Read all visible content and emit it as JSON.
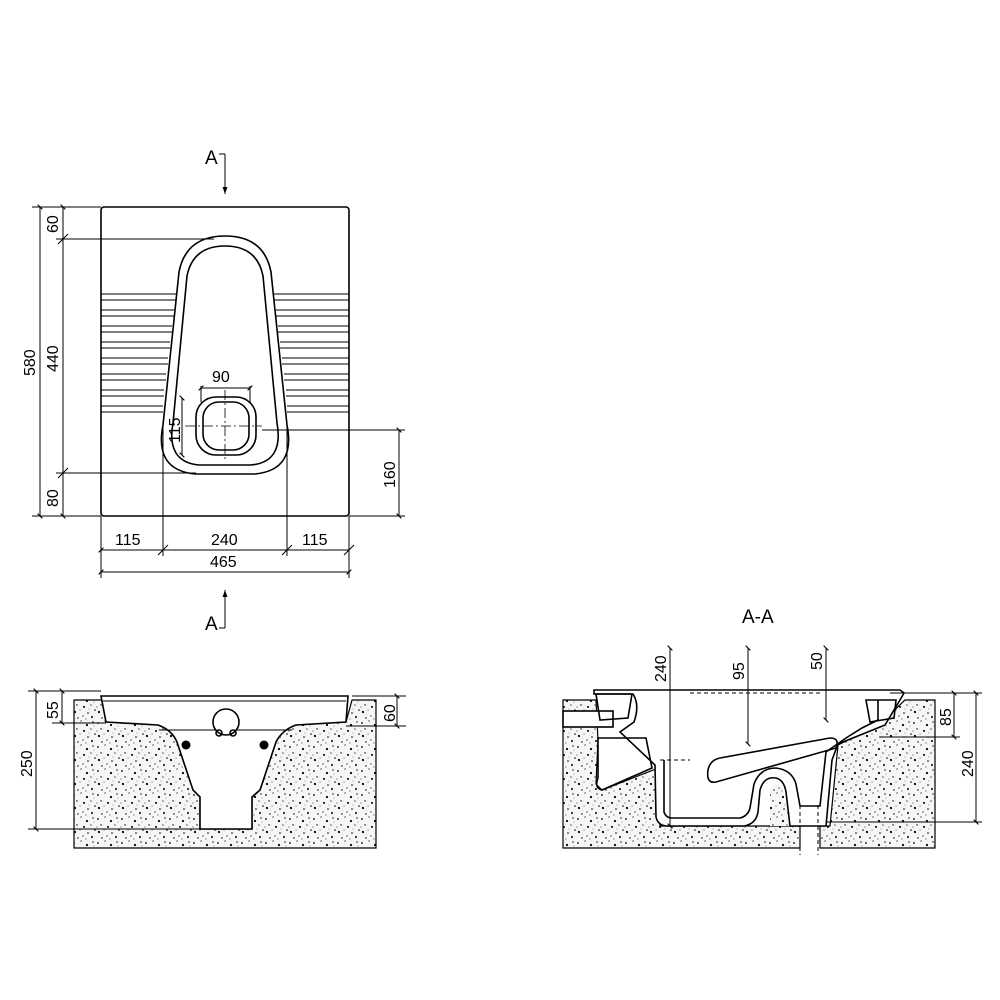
{
  "section_marks": {
    "top": "A",
    "bottom": "A",
    "section_title": "A-A"
  },
  "plan_dims": {
    "overall_width": "465",
    "left_margin": "115",
    "center_width": "240",
    "right_margin": "115",
    "overall_depth": "580",
    "top_offset": "60",
    "pan_length": "440",
    "bottom_offset": "80",
    "outlet_offset": "160",
    "outlet_width": "90",
    "outlet_height": "115"
  },
  "front_dims": {
    "rim_height": "55",
    "rim_height_right": "60",
    "total_depth": "250"
  },
  "section_dims": {
    "dim_240_top": "240",
    "dim_95": "95",
    "dim_50": "50",
    "dim_85": "85",
    "dim_240_right": "240"
  },
  "colors": {
    "line": "#000000",
    "background": "#ffffff",
    "concrete_fill": "#e9e9e9"
  }
}
